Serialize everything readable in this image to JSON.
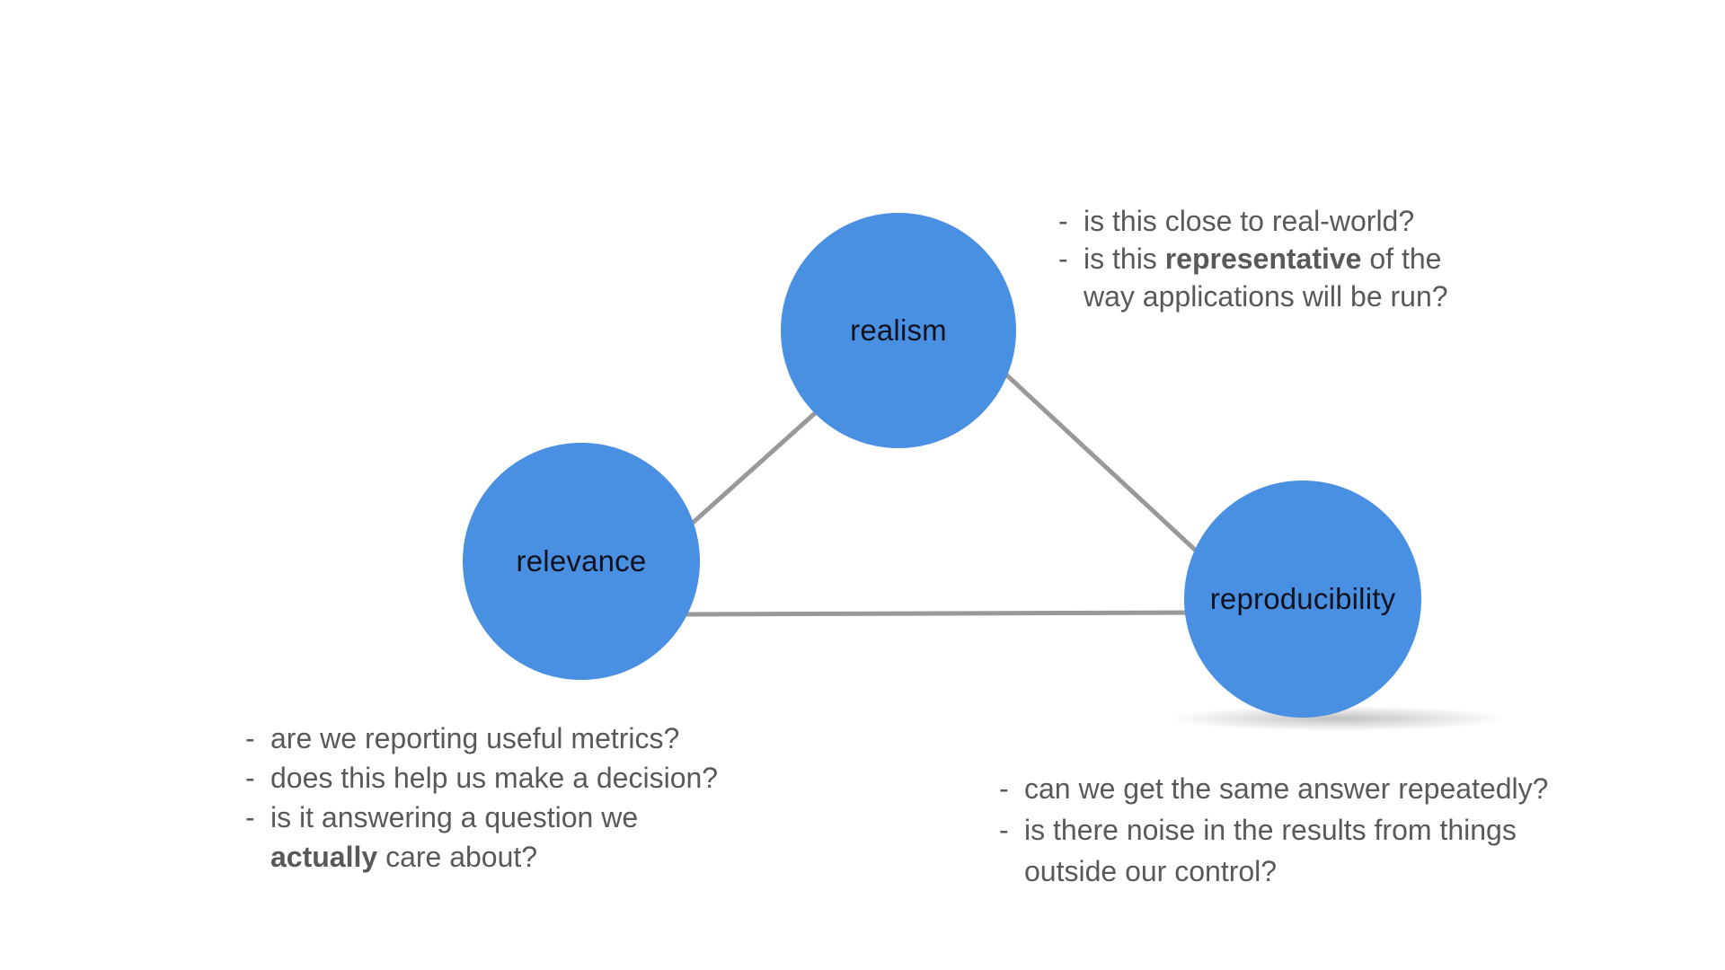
{
  "slide": {
    "nodes": [
      {
        "id": "realism",
        "label": "realism"
      },
      {
        "id": "relevance",
        "label": "relevance"
      },
      {
        "id": "reproducibility",
        "label": "reproducibility"
      }
    ],
    "notes": {
      "realism": {
        "lines": [
          {
            "dash": "-",
            "pre": "is this close to real-world?",
            "bold": "",
            "post": ""
          },
          {
            "dash": "-",
            "pre": "is this ",
            "bold": "representative",
            "post": " of the"
          },
          {
            "dash": "",
            "pre": "way applications will be run?",
            "bold": "",
            "post": ""
          }
        ]
      },
      "relevance": {
        "lines": [
          {
            "dash": "-",
            "pre": "are we reporting useful metrics?",
            "bold": "",
            "post": ""
          },
          {
            "dash": "-",
            "pre": "does this help us make a decision?",
            "bold": "",
            "post": ""
          },
          {
            "dash": "-",
            "pre": "is it answering a question we",
            "bold": "",
            "post": ""
          },
          {
            "dash": "",
            "pre": "",
            "bold": "actually",
            "post": " care about?"
          }
        ]
      },
      "reproducibility": {
        "lines": [
          {
            "dash": "-",
            "pre": "can we get the same answer repeatedly?",
            "bold": "",
            "post": ""
          },
          {
            "dash": "-",
            "pre": "is there noise in the results from things",
            "bold": "",
            "post": ""
          },
          {
            "dash": "",
            "pre": "outside our control?",
            "bold": "",
            "post": ""
          }
        ]
      }
    },
    "colors": {
      "node_fill": "#4a90e2",
      "node_label": "#10131f",
      "connector": "#999999",
      "note_text": "#595959",
      "background": "#ffffff"
    }
  }
}
